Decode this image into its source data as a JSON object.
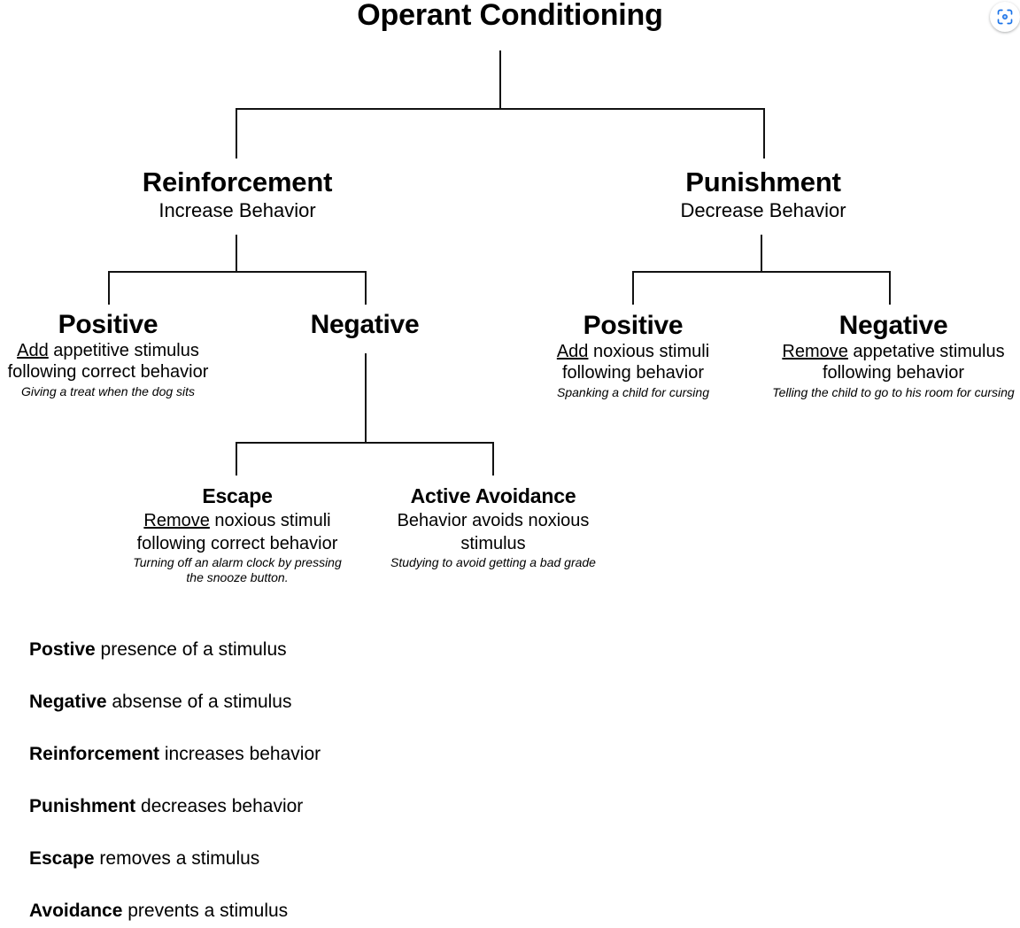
{
  "document": {
    "title": "Operant Conditioning",
    "background_color": "#ffffff",
    "text_color": "#000000"
  },
  "lens_button": {
    "icon": "lens-scan-icon",
    "color": "#1a73e8"
  },
  "diagram": {
    "type": "tree",
    "root": {
      "label": "Operant Conditioning"
    },
    "branches": [
      {
        "id": "reinforcement",
        "title": "Reinforcement",
        "desc": "Increase Behavior",
        "children": [
          {
            "id": "reinforcement-positive",
            "title": "Positive",
            "desc_underlined": "Add",
            "desc_line1_rest": " appetitive stimulus",
            "desc_line2": "following correct behavior",
            "example": "Giving a treat when the dog sits"
          },
          {
            "id": "reinforcement-negative",
            "title": "Negative",
            "children": [
              {
                "id": "escape",
                "title": "Escape",
                "desc_underlined": "Remove",
                "desc_line1_rest": " noxious stimuli",
                "desc_line2": "following correct behavior",
                "example_line1": "Turning off an alarm clock by pressing",
                "example_line2": "the snooze button."
              },
              {
                "id": "active-avoidance",
                "title": "Active Avoidance",
                "desc_line1": "Behavior avoids noxious",
                "desc_line2": "stimulus",
                "example": "Studying to avoid getting a bad grade"
              }
            ]
          }
        ]
      },
      {
        "id": "punishment",
        "title": "Punishment",
        "desc": "Decrease Behavior",
        "children": [
          {
            "id": "punishment-positive",
            "title": "Positive",
            "desc_underlined": "Add",
            "desc_line1_rest": " noxious stimuli",
            "desc_line2": "following behavior",
            "example": "Spanking a child for cursing"
          },
          {
            "id": "punishment-negative",
            "title": "Negative",
            "desc_underlined": "Remove",
            "desc_line1_rest": " appetative stimulus",
            "desc_line2": "following behavior",
            "example": "Telling the child to go to his room for cursing"
          }
        ]
      }
    ]
  },
  "glossary": [
    {
      "term": "Postive",
      "definition": " presence of a stimulus"
    },
    {
      "term": "Negative",
      "definition": " absense of a stimulus"
    },
    {
      "term": "Reinforcement",
      "definition": " increases behavior"
    },
    {
      "term": "Punishment",
      "definition": " decreases behavior"
    },
    {
      "term": "Escape",
      "definition": " removes a stimulus"
    },
    {
      "term": "Avoidance",
      "definition": " prevents a stimulus"
    }
  ]
}
